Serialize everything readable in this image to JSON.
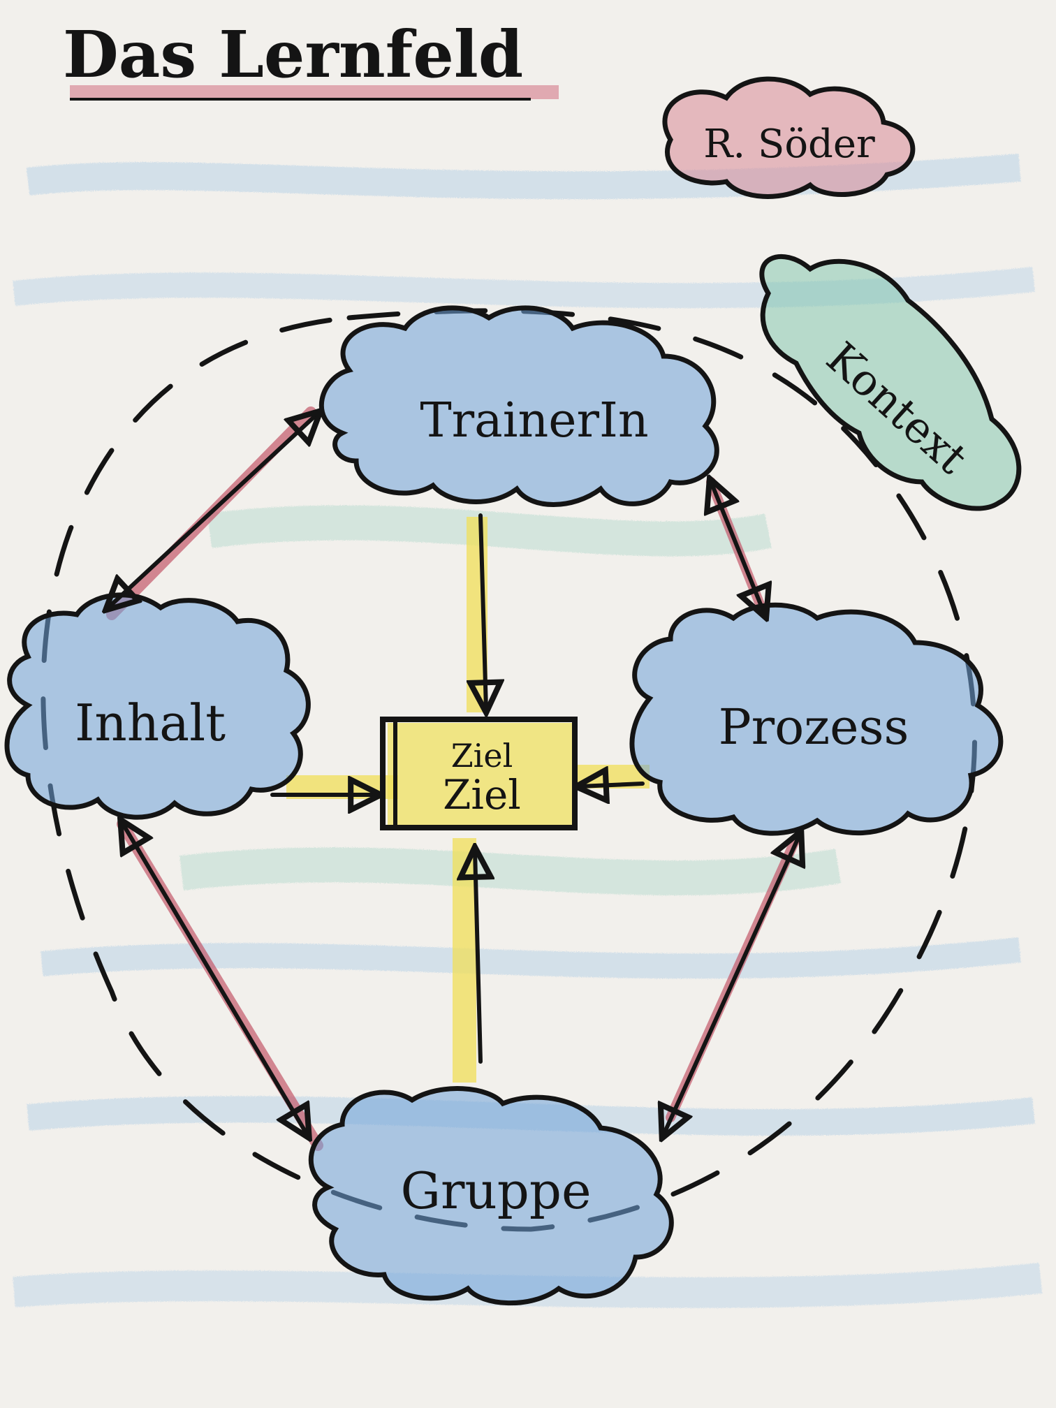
{
  "title": "Das Lernfeld",
  "author": "R. Söder",
  "nodes": {
    "trainer": "TrainerIn",
    "inhalt": "Inhalt",
    "prozess": "Prozess",
    "gruppe": "Gruppe",
    "kontext": "Kontext",
    "ziel_line1": "Ziel",
    "ziel_line2": "Ziel"
  },
  "colors": {
    "paper": "#f2f0ec",
    "ink": "#141414",
    "cloud_blue": "#6fa3d8",
    "cloud_red": "#d98a98",
    "cloud_green": "#6fbfa3",
    "accent_yellow": "#f0df58",
    "arrow_red": "#c4586a"
  }
}
